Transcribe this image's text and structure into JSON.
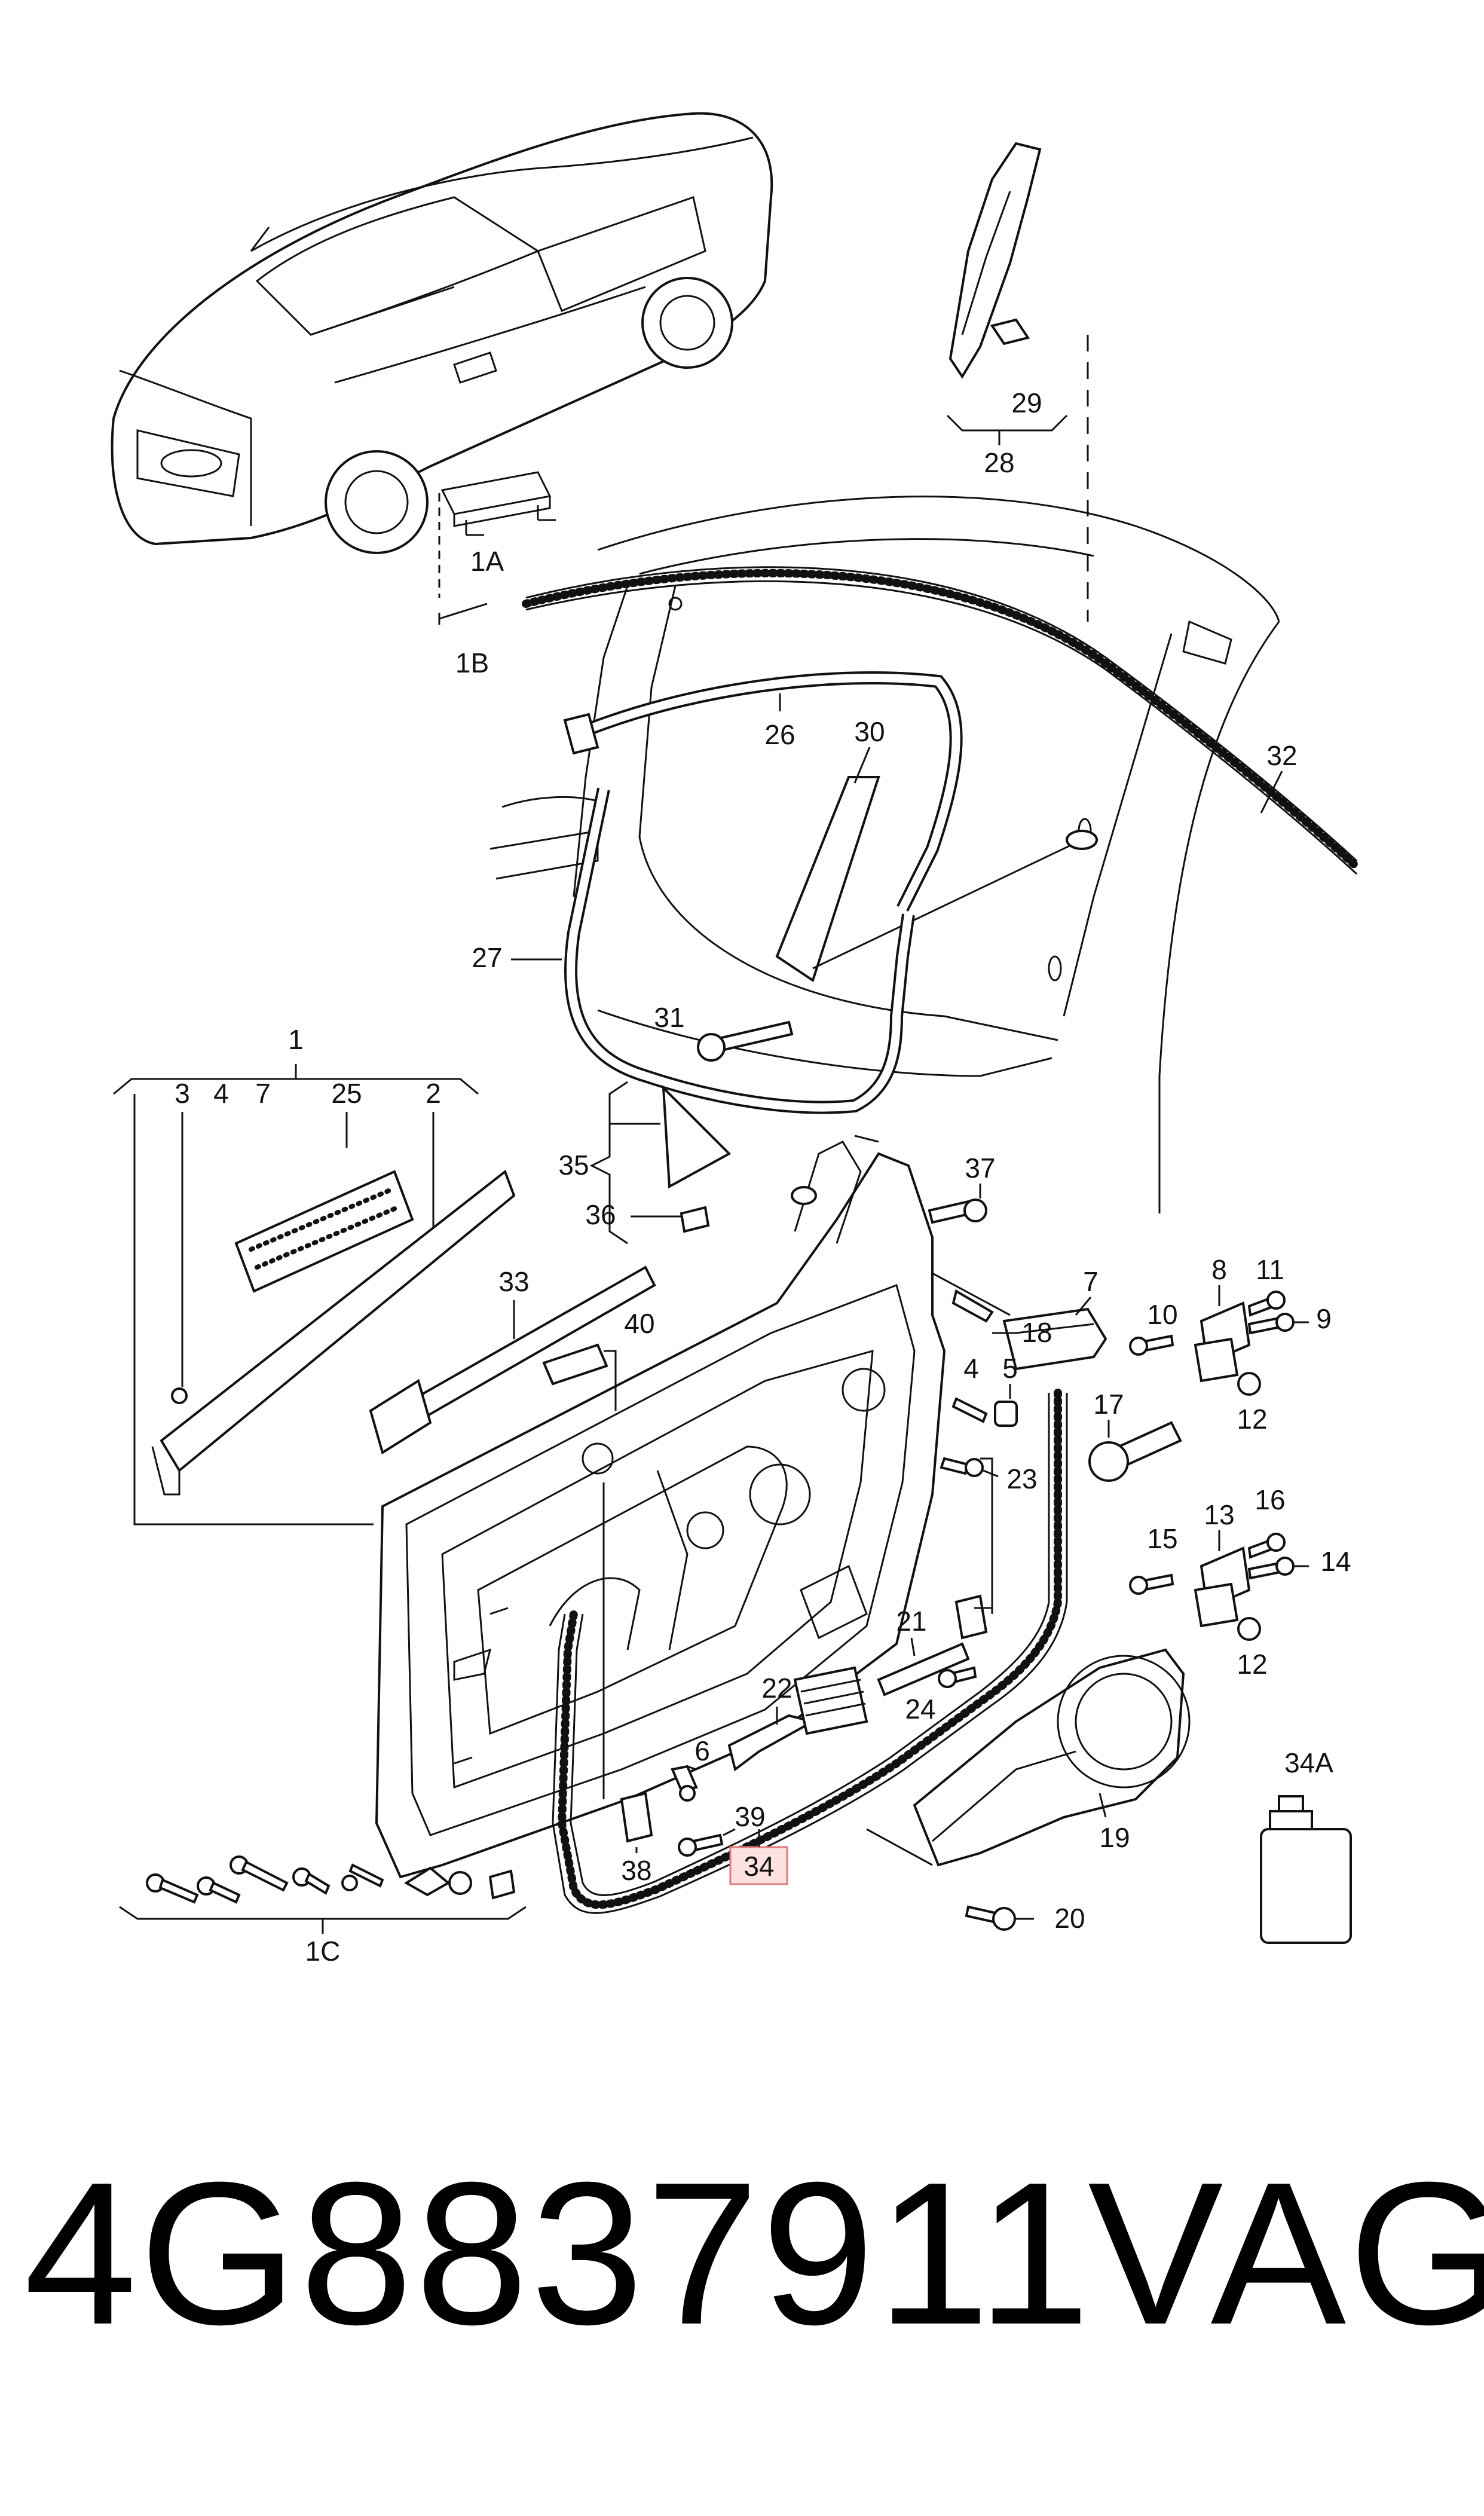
{
  "footer": {
    "part_number": "4G8837911",
    "brand": "VAG"
  },
  "highlight_color": "#e07a7a",
  "callouts": {
    "c1": "1",
    "c1a": "1A",
    "c1b": "1B",
    "c1c": "1C",
    "c2": "2",
    "c3": "3",
    "c4a": "4",
    "c4b": "4",
    "c5": "5",
    "c6": "6",
    "c7a": "7",
    "c7b": "7",
    "c8": "8",
    "c9": "9",
    "c10": "10",
    "c11": "11",
    "c12a": "12",
    "c12b": "12",
    "c13": "13",
    "c14": "14",
    "c15": "15",
    "c16": "16",
    "c17": "17",
    "c18": "18",
    "c19": "19",
    "c20": "20",
    "c21": "21",
    "c22": "22",
    "c23": "23",
    "c24": "24",
    "c25": "25",
    "c26": "26",
    "c27": "27",
    "c28": "28",
    "c29": "29",
    "c30": "30",
    "c31": "31",
    "c32": "32",
    "c33": "33",
    "c34": "34",
    "c34a": "34A",
    "c35": "35",
    "c36": "36",
    "c37": "37",
    "c38": "38",
    "c39": "39",
    "c40": "40"
  }
}
